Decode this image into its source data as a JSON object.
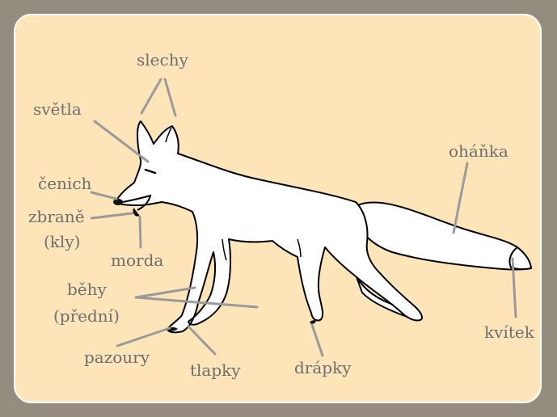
{
  "colors": {
    "background": "#958c80",
    "panel": "#fde5b9",
    "label_text": "#6f6e6e",
    "leader_line": "#9a9a9a",
    "fox_fill": "#ffffff",
    "fox_outline": "#000000"
  },
  "labels": {
    "slechy": "slechy",
    "svetla": "světla",
    "cenich": "čenich",
    "zbrane": "zbraně",
    "zbrane_kly": "(kly)",
    "morda": "morda",
    "behy": "běhy",
    "behy_predni": "(přední)",
    "pazoury": "pazoury",
    "tlapky": "tlapky",
    "drapky": "drápky",
    "kvitek": "kvítek",
    "ohanka": "oháňka"
  }
}
